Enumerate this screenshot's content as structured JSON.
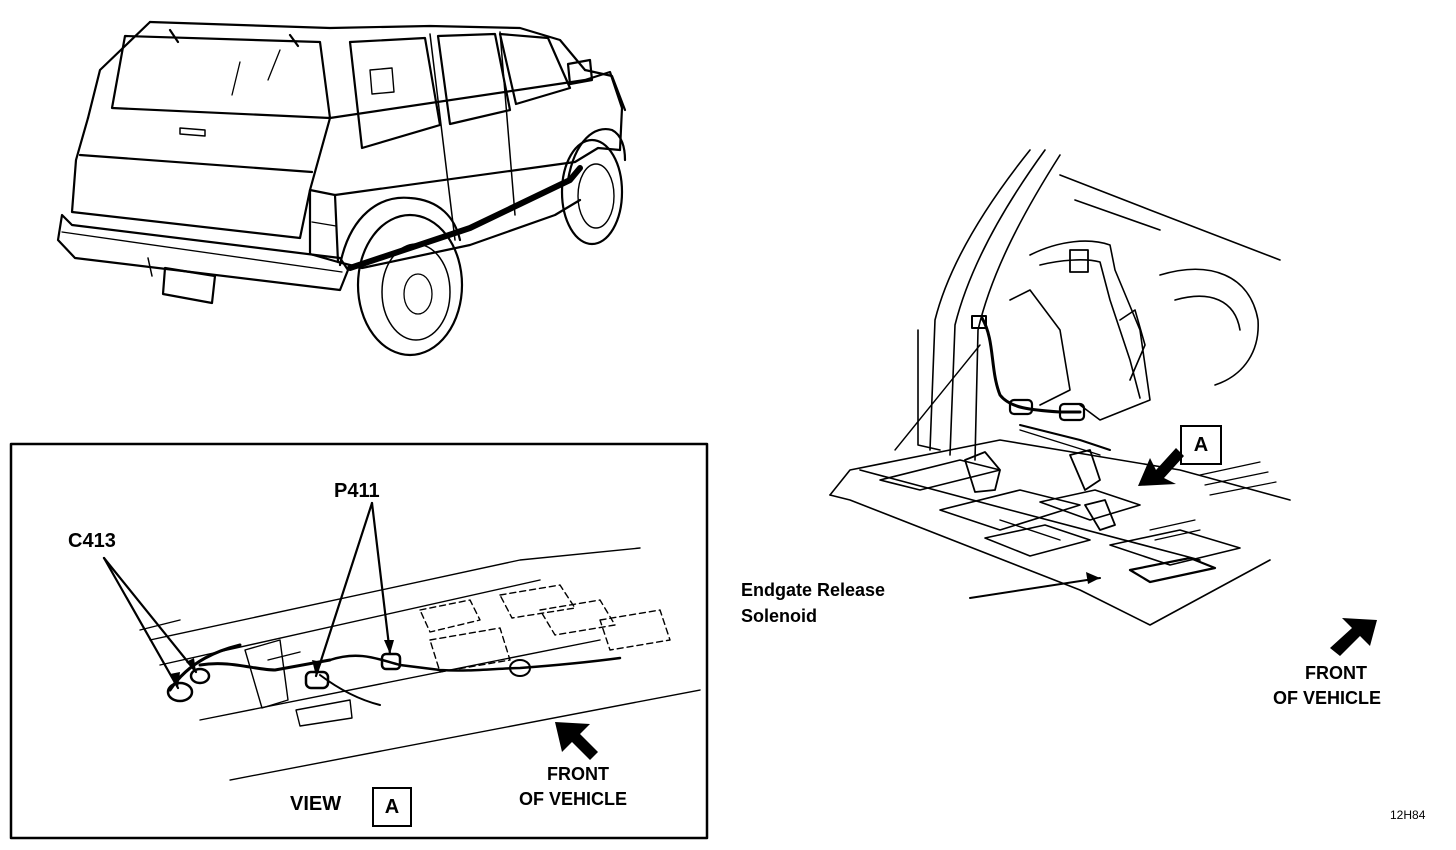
{
  "labels": {
    "c413": "C413",
    "p411": "P411",
    "view": "VIEW",
    "view_letter": "A",
    "main_letter": "A",
    "inset_front_line1": "FRONT",
    "inset_front_line2": "OF VEHICLE",
    "main_front_line1": "FRONT",
    "main_front_line2": "OF VEHICLE",
    "solenoid_line1": "Endgate Release",
    "solenoid_line2": "Solenoid",
    "figure_code": "12H84"
  }
}
